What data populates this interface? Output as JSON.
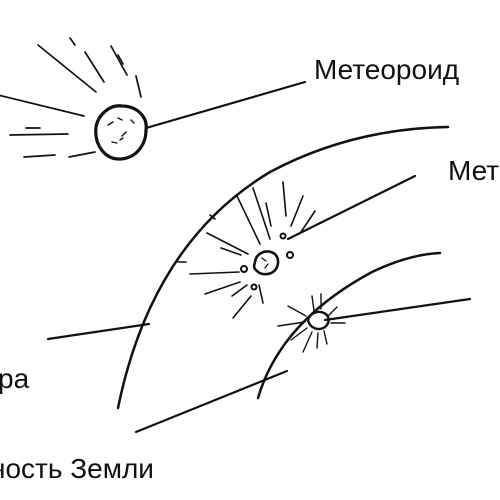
{
  "labels": {
    "meteoroid": "Метеороид",
    "meteor": "Мет",
    "atmosphere": "ра",
    "surface": "ность Земли"
  },
  "colors": {
    "ink": "#111111",
    "background": "#ffffff"
  }
}
